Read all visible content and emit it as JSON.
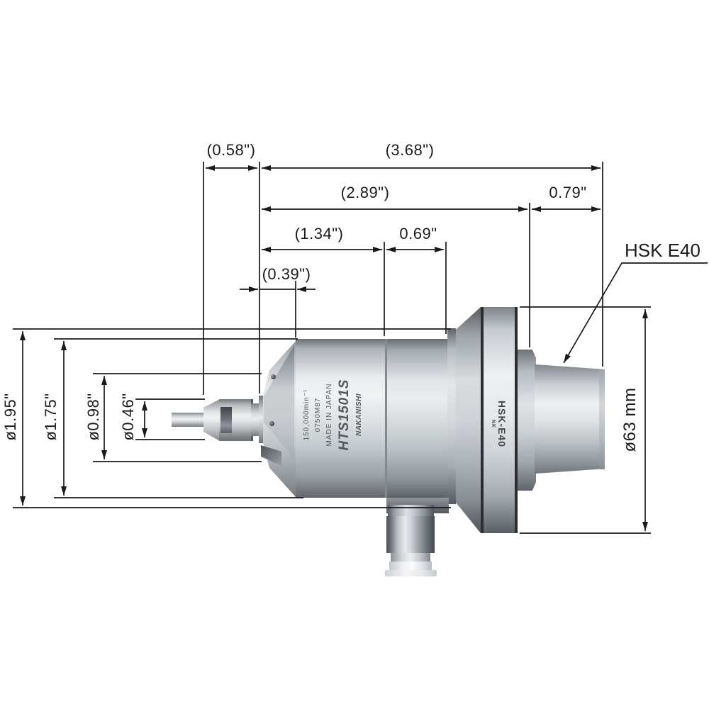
{
  "drawing_title": "air turbine spindle dimensional drawing",
  "dims": {
    "d058": "(0.58\")",
    "d368": "(3.68\")",
    "d289": "(2.89\")",
    "d079": "0.79\"",
    "d134": "(1.34\")",
    "d069": "0.69\"",
    "d039": "(0.39\")",
    "dia195": "ø1.95\"",
    "dia175": "ø1.75\"",
    "dia098": "ø0.98\"",
    "dia046": "ø0.46\"",
    "dia63": "ø63 mm"
  },
  "callout": {
    "hsk_label": "HSK E40"
  },
  "engraving": {
    "speed": "150,000min⁻¹",
    "serial": "0750M87",
    "origin": "MADE IN JAPAN",
    "model": "HTS1501S",
    "brand": "NAKANISHI"
  },
  "shank_marking": {
    "main": "HSK-E40",
    "sub": "NK"
  },
  "colors": {
    "background": "#ffffff",
    "line": "#1a1a1a",
    "metal_light": "#eef0f2",
    "metal_mid": "#c6cbd0",
    "metal_dark": "#84898f",
    "engraving_text": "#53585e",
    "seam": "#2b2e31"
  }
}
